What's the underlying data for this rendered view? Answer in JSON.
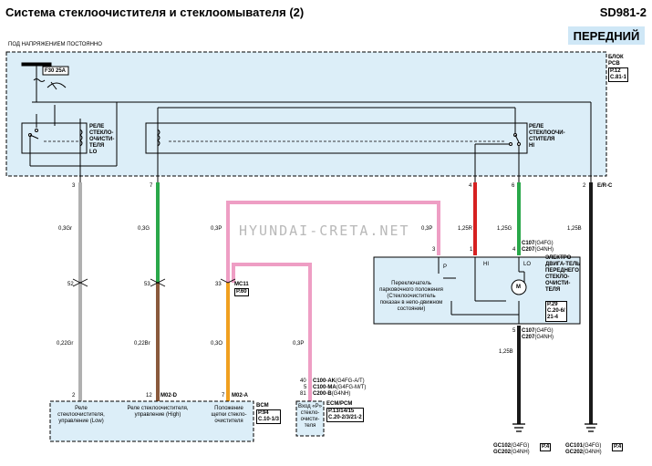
{
  "header": {
    "title": "Система стеклоочистителя и стеклоомывателя (2)",
    "code": "SD981-2",
    "badge": "ПЕРЕДНИЙ"
  },
  "watermark": "HYUNDAI-CRETA.NET",
  "pcb": {
    "hot_label": "ПОД НАПРЯЖЕНИЕМ ПОСТОЯННО",
    "fuse": "F30 25A",
    "title_line1": "БЛОК",
    "title_line2": "PCB",
    "ref1": "P.12",
    "ref2": "C.81-1"
  },
  "relay_lo": {
    "line1": "РЕЛЕ",
    "line2": "СТЕКЛО-",
    "line3": "ОЧИСТИ-",
    "line4": "ТЕЛЯ",
    "line5": "LO"
  },
  "relay_hi": {
    "line1": "РЕЛЕ",
    "line2": "СТЕКЛООЧИ-",
    "line3": "СТИТЕЛЯ",
    "line4": "HI"
  },
  "pins": {
    "p3": "3",
    "p7": "7",
    "p4": "4",
    "p6": "6",
    "p2": "2",
    "p2b": "2",
    "p12": "12",
    "p7b": "7",
    "p52": "52",
    "p53": "53",
    "p33": "33",
    "p3m": "3",
    "p1m": "1",
    "p4m": "4",
    "p5m": "5",
    "p40": "40",
    "p5c": "5",
    "p81": "81"
  },
  "wires": {
    "w1": "0,3Gr",
    "w2": "0,3G",
    "w3": "0,3P",
    "w4": "0,3P",
    "w5": "1,25R",
    "w6": "1,25G",
    "w7": "1,25B",
    "w8": "E/R-C",
    "w9": "0,22Gr",
    "w10": "0,22Br",
    "w11": "0,3O",
    "w12": "0,3P",
    "w13": "1,25B"
  },
  "mc11": {
    "name": "MC11",
    "ref": "P.60"
  },
  "motor": {
    "conn1": "C107",
    "conn1v": "(G4FG)",
    "conn2": "C207",
    "conn2v": "(G4NH)",
    "title": "ЭЛЕКТРО-ДВИГА-ТЕЛЬ ПЕРЕДНЕГО СТЕКЛО-ОЧИСТИ-ТЕЛЯ",
    "ref1": "P.29",
    "ref2": "C.20-6/",
    "ref3": "21-4",
    "park": "Переключатель парковочного положения (Стеклоочиститель показан в непо-движном состоянии)",
    "P": "P",
    "HI": "HI",
    "LO": "LO",
    "M": "M"
  },
  "motor_conn2": {
    "c1": "C107",
    "c1v": "(G4FG)",
    "c2": "C207",
    "c2v": "(G4NH)"
  },
  "bcm": {
    "name": "BCM",
    "ref1": "P.94",
    "ref2": "C.10-1/3",
    "m02d": "M02-D",
    "m02a": "M02-A",
    "f1": "Реле стеклоочистителя, управление (Low)",
    "f2": "Реле стеклоочистителя, управление (High)",
    "f3": "Положение щетки стекло-очистителя"
  },
  "ecm": {
    "name": "ECM/PCM",
    "ref1": "P.13/14/15",
    "ref2": "C.20-2/3/21-2",
    "c1": "C100-AK",
    "c1v": "(G4FG-A/T)",
    "c2": "C100-MA",
    "c2v": "(G4FG-M/T)",
    "c3": "C200-B",
    "c3v": "(G4NH)",
    "input": "Вход «P» стекло-очисти-теля"
  },
  "grounds": {
    "g1a": "GC102",
    "g1av": "(G4FG)",
    "g1b": "GC202",
    "g1bv": "(G4NH)",
    "g1ref": "P.4",
    "g2a": "GC101",
    "g2av": "(G4FG)",
    "g2b": "GC202",
    "g2bv": "(G4NH)",
    "g2ref": "P.4"
  }
}
